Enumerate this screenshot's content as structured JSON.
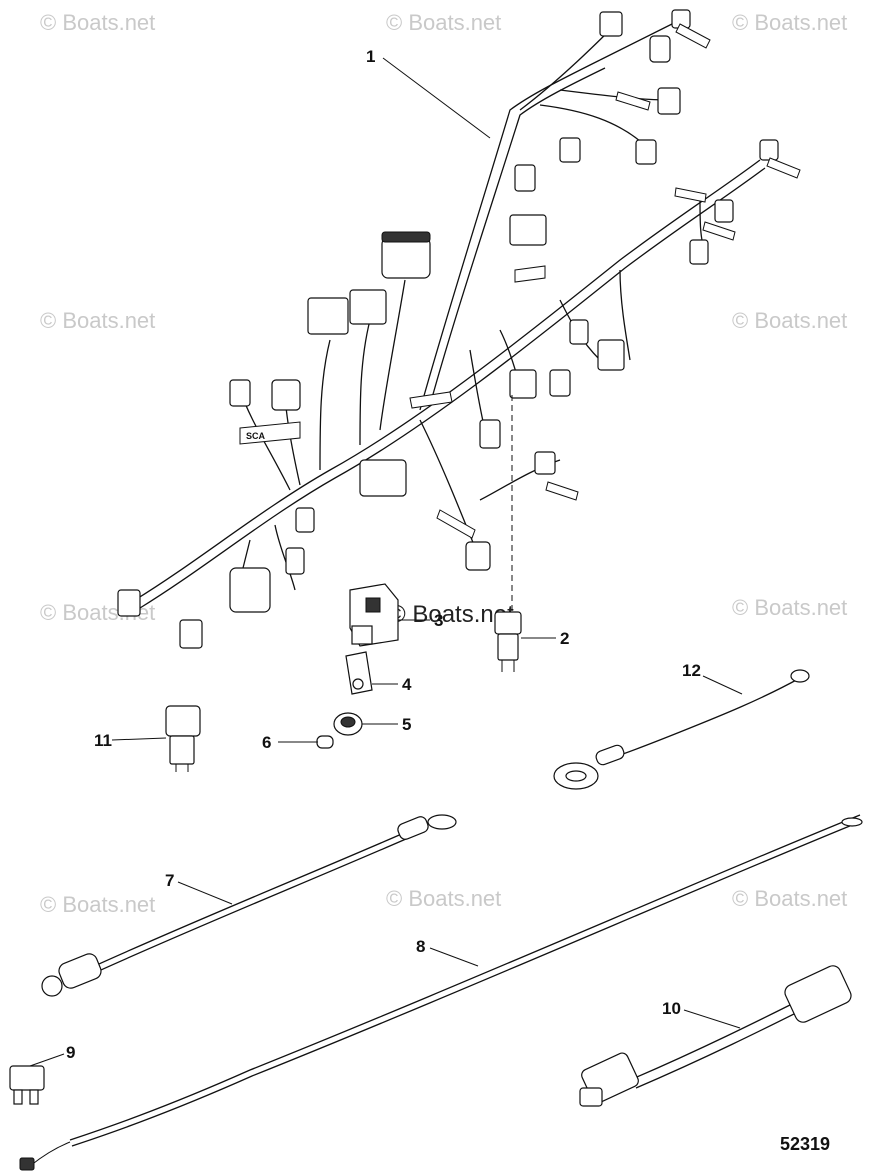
{
  "figure_number": "52319",
  "watermark": "© Boats.net",
  "center_watermark": "© Boats.net",
  "harness_tag_text": "SCA",
  "callouts": [
    {
      "id": "1",
      "label": "1"
    },
    {
      "id": "2",
      "label": "2"
    },
    {
      "id": "3",
      "label": "3"
    },
    {
      "id": "4",
      "label": "4"
    },
    {
      "id": "5",
      "label": "5"
    },
    {
      "id": "6",
      "label": "6"
    },
    {
      "id": "7",
      "label": "7"
    },
    {
      "id": "8",
      "label": "8"
    },
    {
      "id": "9",
      "label": "9"
    },
    {
      "id": "10",
      "label": "10"
    },
    {
      "id": "11",
      "label": "11"
    },
    {
      "id": "12",
      "label": "12"
    }
  ]
}
